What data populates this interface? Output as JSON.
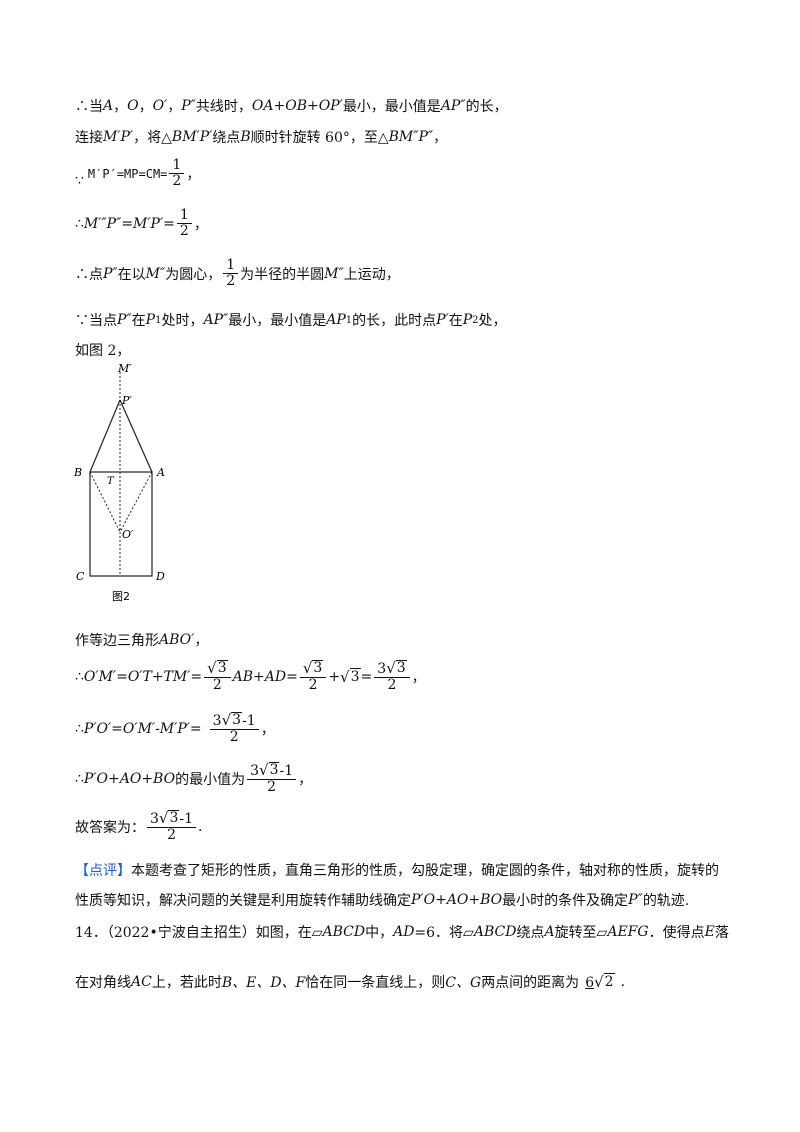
{
  "lines": {
    "l1": {
      "prefix": "∴当",
      "A": "A",
      "c1": "，",
      "O": "O",
      "c2": "，",
      "Op": "O′",
      "c3": "，",
      "Ppp": "P″",
      "mid": " 共线时，",
      "sum": "OA+OB+OP′",
      "tail1": " 最小，最小值是",
      "APpp": "AP″",
      "tail2": " 的长，"
    },
    "l2": {
      "t1": "连接",
      "MpPp": "M′P′",
      "t2": "，将△",
      "BMpPp": "BM′P′",
      "t3": " 绕点",
      "B": "B",
      "t4": " 顺时针旋转 60°，至△",
      "BMppPpp": "BM″P″",
      "t5": "，"
    },
    "l3": {
      "because": "∵",
      "expr": "M′P′=MP=CM=",
      "num": "1",
      "den": "2",
      "end": "，"
    },
    "l4": {
      "therefore": "∴",
      "expr": "M′″P″=M′P′=",
      "num": "1",
      "den": "2",
      "end": "，"
    },
    "l5": {
      "t1": "∴点",
      "Ppp": "P″",
      "t2": " 在以",
      "Mpp": "M″",
      "t3": " 为圆心，",
      "num": "1",
      "den": "2",
      "t4": "为半径的半圆",
      "Mpp2": "M″",
      "t5": " 上运动，"
    },
    "l6": {
      "t1": "∵当点",
      "Ppp": "P″",
      "t2": " 在",
      "P1": "P",
      "s1": "1",
      "t3": "处时，",
      "APpp": "AP″",
      "t4": " 最小，最小值是",
      "AP1": "AP",
      "s2": "1",
      "t5": "的长，此时点",
      "Pp": "P′",
      "t6": " 在",
      "P2": "P",
      "s3": "2",
      "t7": "处，"
    },
    "l7": {
      "text": "如图 2，"
    },
    "l8": {
      "t1": "作等边三角形",
      "ABOp": "ABO′",
      "t2": "，"
    },
    "l9": {
      "t1": "∴",
      "expr1": "O′M′=O′T+TM′=",
      "f1num": "3",
      "f1den": "2",
      "expr2": "AB+AD=",
      "f2num": "3",
      "f2den": "2",
      "plus": "+",
      "rad": "3",
      "eq": "=",
      "f3coef": "3",
      "f3num": "3",
      "f3den": "2",
      "end": "，"
    },
    "l10": {
      "t1": "∴",
      "expr": "P′O′=O′M′-M′P′=",
      "coef": "3",
      "rad": "3",
      "minus": "-1",
      "den": "2",
      "end": "，"
    },
    "l11": {
      "t1": "∴",
      "expr": "P′O+AO+BO",
      "t2": "的最小值为",
      "coef": "3",
      "rad": "3",
      "minus": "-1",
      "den": "2",
      "end": "，"
    },
    "l12": {
      "t1": "故答案为：",
      "coef": "3",
      "rad": "3",
      "minus": "-1",
      "den": "2",
      "end": "."
    },
    "l13": {
      "tag": "【点评】",
      "text": "本题考查了矩形的性质，直角三角形的性质，勾股定理，确定圆的条件，轴对称的性质，旋转的"
    },
    "l14": {
      "t1": "性质等知识，解决问题的关键是利用旋转作辅助线确定",
      "expr": "P′O+AO+BO",
      "t2": "最小时的条件及确定",
      "Ppp": "P″",
      "t3": "的轨迹."
    },
    "l15": {
      "t1": "14．（2022•宁波自主招生）如图，在▱",
      "ABCD": "ABCD",
      "t2": "中，",
      "AD": "AD",
      "t3": "=6．将▱",
      "ABCD2": "ABCD",
      "t4": "绕点",
      "A": "A",
      "t5": "旋转至▱",
      "AEFG": "AEFG",
      "t6": "．使得点",
      "E": "E",
      "t7": "落"
    },
    "l16": {
      "t1": "在对角线",
      "AC": "AC",
      "t2": "上，若此时",
      "list": "B、E、D、F",
      "t3": "恰在同一条直线上，则",
      "CG": "C、G",
      "t4": "两点间的距离为",
      "ans_coef": "6",
      "ans_rad": "2",
      "end": "."
    }
  },
  "figure": {
    "labels": {
      "M": "M′",
      "P": "P′",
      "B": "B",
      "A": "A",
      "T": "T",
      "O": "O′",
      "C": "C",
      "D": "D"
    },
    "caption": "图2"
  }
}
